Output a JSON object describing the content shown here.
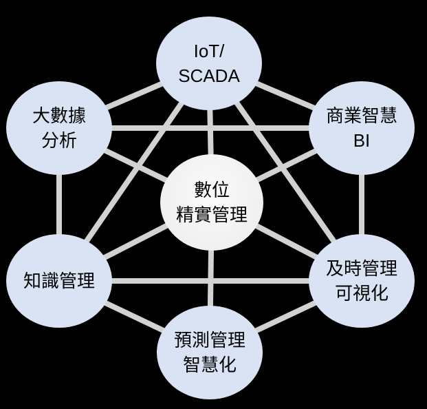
{
  "colors": {
    "background": "#000000",
    "node_fill": "#dae3f3",
    "center_fill": "#f1f1f1",
    "connector": "#d2d2d2",
    "text": "#000000"
  },
  "center_node": {
    "line1": "數位",
    "line2": "精實管理"
  },
  "nodes": {
    "iot": {
      "line1": "IoT/",
      "line2": "SCADA"
    },
    "big_data": {
      "line1": "大數據",
      "line2": "分析"
    },
    "bi": {
      "line1": "商業智慧",
      "line2": "BI"
    },
    "knowledge": {
      "line1": "知識管理",
      "line2": ""
    },
    "jit": {
      "line1": "及時管理",
      "line2": "可視化"
    },
    "predictive": {
      "line1": "預測管理",
      "line2": "智慧化"
    }
  },
  "edges": [
    [
      "big_data",
      "iot"
    ],
    [
      "iot",
      "bi"
    ],
    [
      "bi",
      "jit"
    ],
    [
      "jit",
      "predictive"
    ],
    [
      "predictive",
      "knowledge"
    ],
    [
      "knowledge",
      "big_data"
    ],
    [
      "big_data",
      "bi"
    ],
    [
      "knowledge",
      "jit"
    ],
    [
      "iot",
      "knowledge"
    ],
    [
      "iot",
      "jit"
    ],
    [
      "center",
      "iot"
    ],
    [
      "center",
      "big_data"
    ],
    [
      "center",
      "bi"
    ],
    [
      "center",
      "knowledge"
    ],
    [
      "center",
      "jit"
    ],
    [
      "center",
      "predictive"
    ]
  ]
}
